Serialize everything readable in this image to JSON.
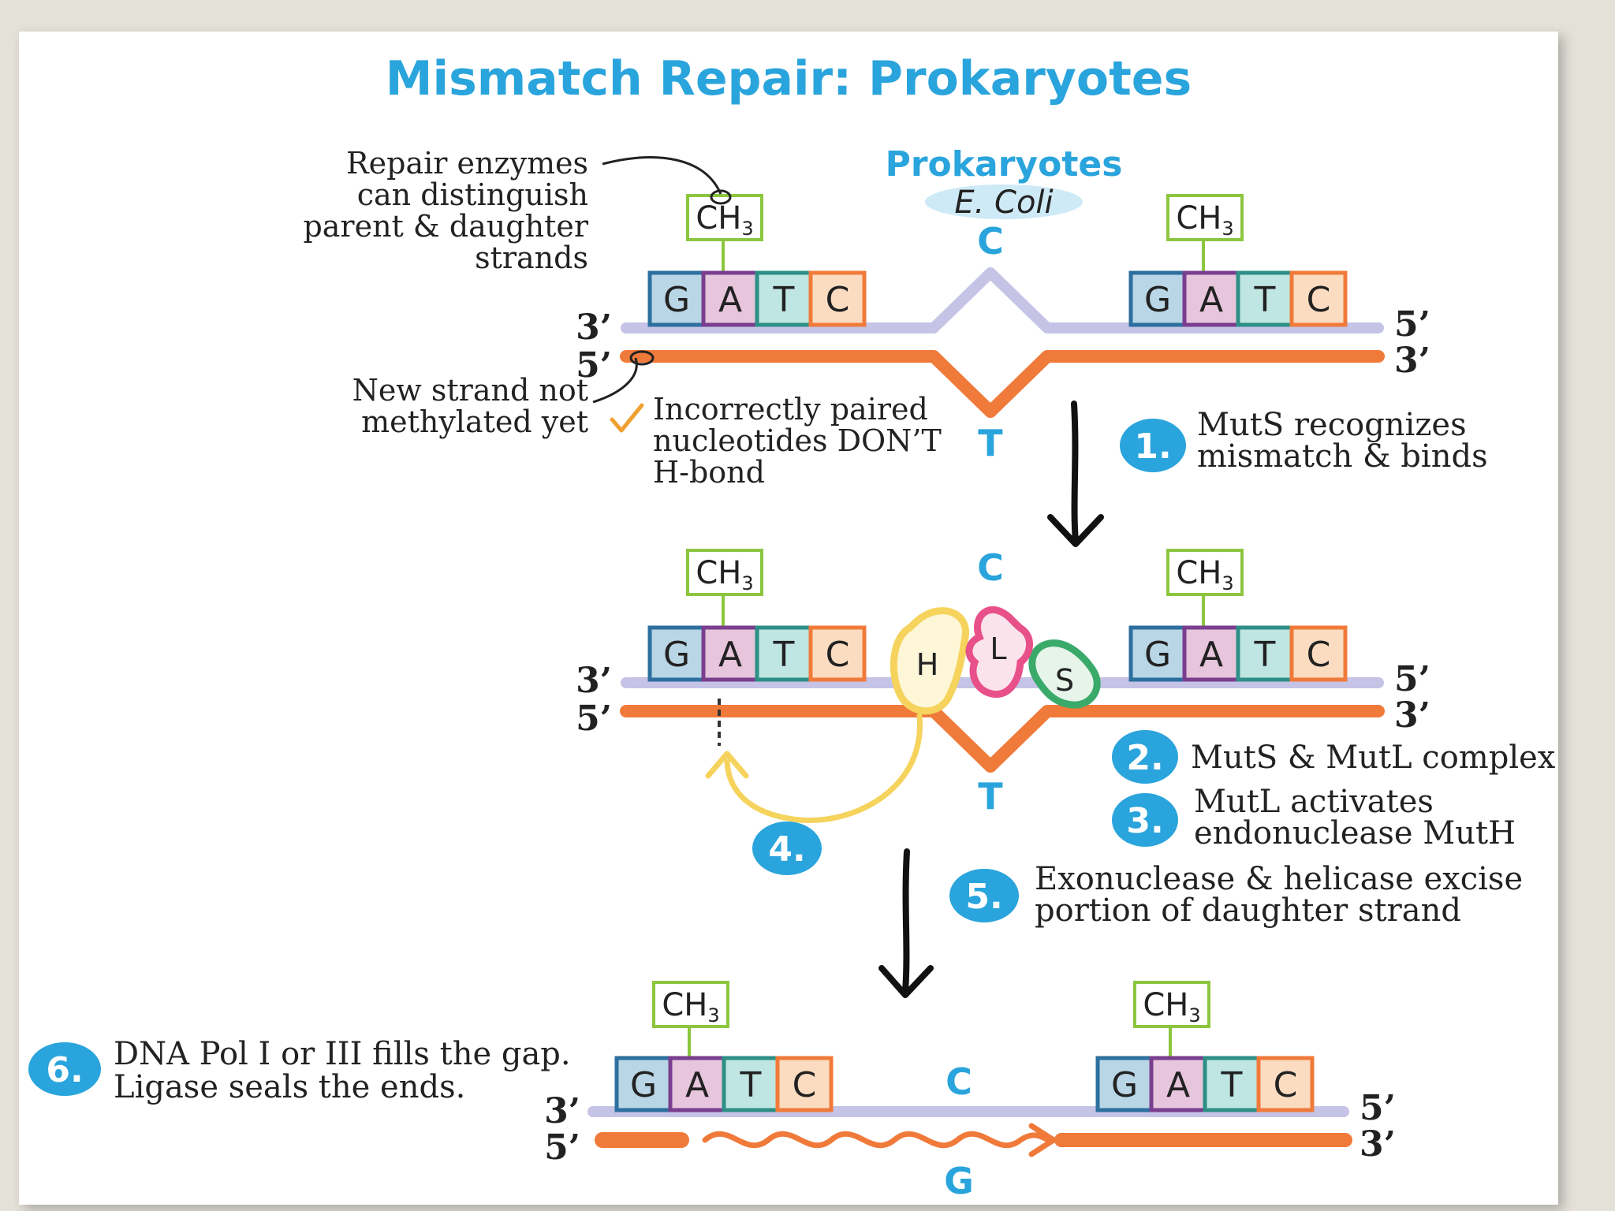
{
  "title": "Mismatch Repair: Prokaryotes",
  "subtitle": "Prokaryotes",
  "organism": "E. Coli",
  "methyl_label": "CH",
  "methyl_sub": "3",
  "site_bases": [
    "G",
    "A",
    "T",
    "C"
  ],
  "strand_ends": {
    "three": "3’",
    "five": "5’"
  },
  "mismatch": {
    "top": "C",
    "bottom": "T",
    "repaired": "G"
  },
  "annotations": {
    "repair_enzymes": [
      "Repair enzymes",
      "can distinguish",
      "parent & daughter",
      "strands"
    ],
    "new_strand": [
      "New strand not",
      "methylated yet"
    ],
    "incorrect_pairing": [
      "Incorrectly paired",
      "nucleotides DON’T",
      "H-bond"
    ]
  },
  "proteins": {
    "h": "H",
    "l": "L",
    "s": "S"
  },
  "steps": [
    {
      "number": "1.",
      "lines": [
        "MutS recognizes",
        "mismatch & binds"
      ]
    },
    {
      "number": "2.",
      "lines": [
        "MutS & MutL complex"
      ]
    },
    {
      "number": "3.",
      "lines": [
        "MutL activates",
        "endonuclease MutH"
      ]
    },
    {
      "number": "4.",
      "lines": []
    },
    {
      "number": "5.",
      "lines": [
        "Exonuclease & helicase excise",
        "portion of daughter strand"
      ]
    },
    {
      "number": "6.",
      "lines": [
        "DNA Pol I or III fills the gap.",
        "Ligase seals the ends."
      ]
    }
  ],
  "colors": {
    "title": "#2aa4dc",
    "parent_strand": "#c5c3e6",
    "daughter_strand": "#f07a3a",
    "methyl_box": "#8cc63f",
    "badge": "#2aa4dc",
    "base_G": "#b9d6e6",
    "base_A": "#e7c5dc",
    "base_T": "#bfe6e2",
    "base_C": "#fbdcc0",
    "mutH": "#f5d35c",
    "mutL": "#e8508a",
    "mutS": "#3aaa6a"
  }
}
